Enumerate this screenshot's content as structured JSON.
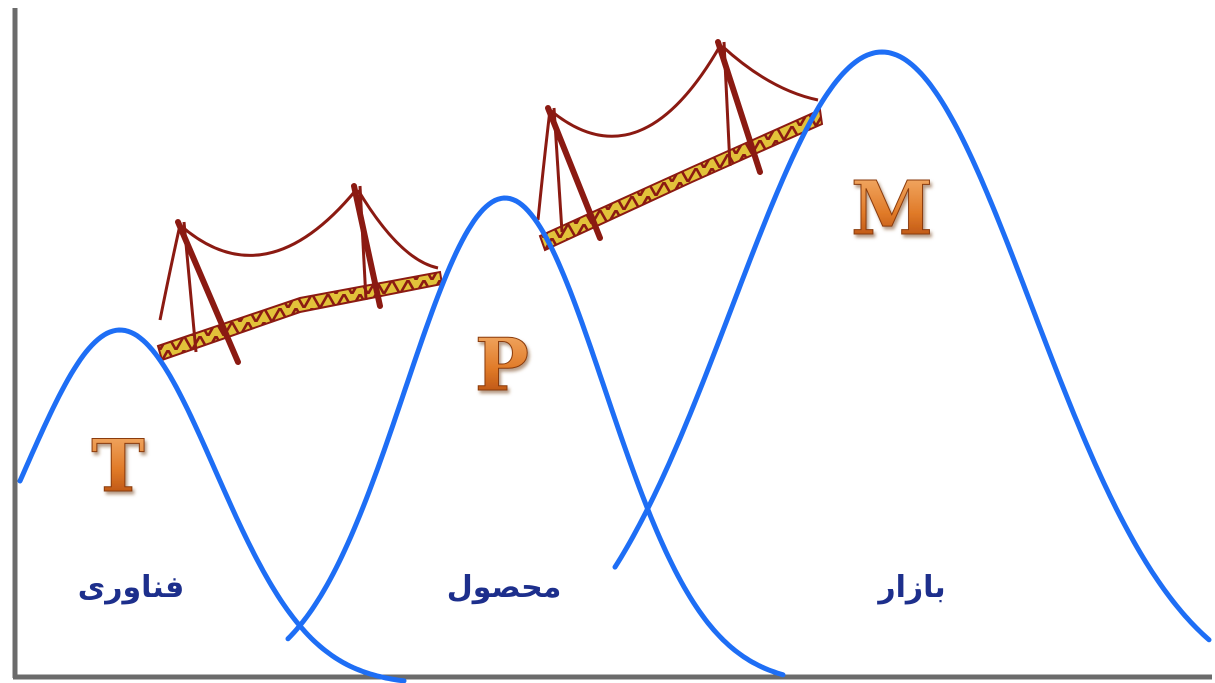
{
  "diagram": {
    "stages": [
      {
        "letter": "T",
        "label": "فناوری"
      },
      {
        "letter": "P",
        "label": "محصول"
      },
      {
        "letter": "M",
        "label": "بازار"
      }
    ],
    "colors": {
      "curve": "#1e6ef5",
      "axis": "#6b6b6b",
      "letter_fill_top": "#f2a35a",
      "letter_fill_bottom": "#b8470c",
      "label": "#1d2f8c",
      "bridge": "#8b1a12",
      "bridge_truss": "#e2c23a"
    },
    "icons": [
      "bridge-icon",
      "bridge-icon"
    ]
  }
}
